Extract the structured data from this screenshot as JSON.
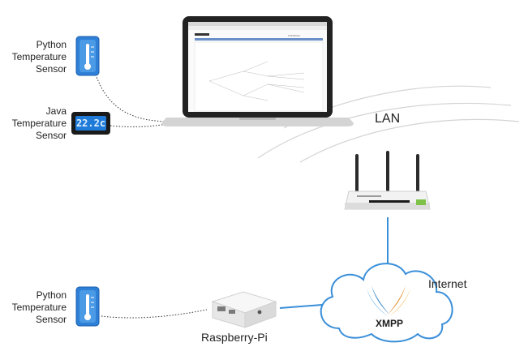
{
  "sensors": {
    "python_top": [
      "Python",
      "Temperature",
      "Sensor"
    ],
    "java": [
      "Java",
      "Temperature",
      "Sensor"
    ],
    "python_bottom": [
      "Python",
      "Temperature",
      "Sensor"
    ],
    "lcd_reading": "22.2c"
  },
  "labels": {
    "lan": "LAN",
    "internet": "Internet",
    "raspberry": "Raspberry-Pi",
    "xmpp": "XMPP"
  },
  "laptop_screen": {
    "brand": "CONSOLE"
  },
  "colors": {
    "link": "#3a8fd9",
    "cloud_stroke": "#3a8fd9",
    "thermo_blue": "#2e7fd6",
    "lcd_screen": "#1f7ad8"
  }
}
